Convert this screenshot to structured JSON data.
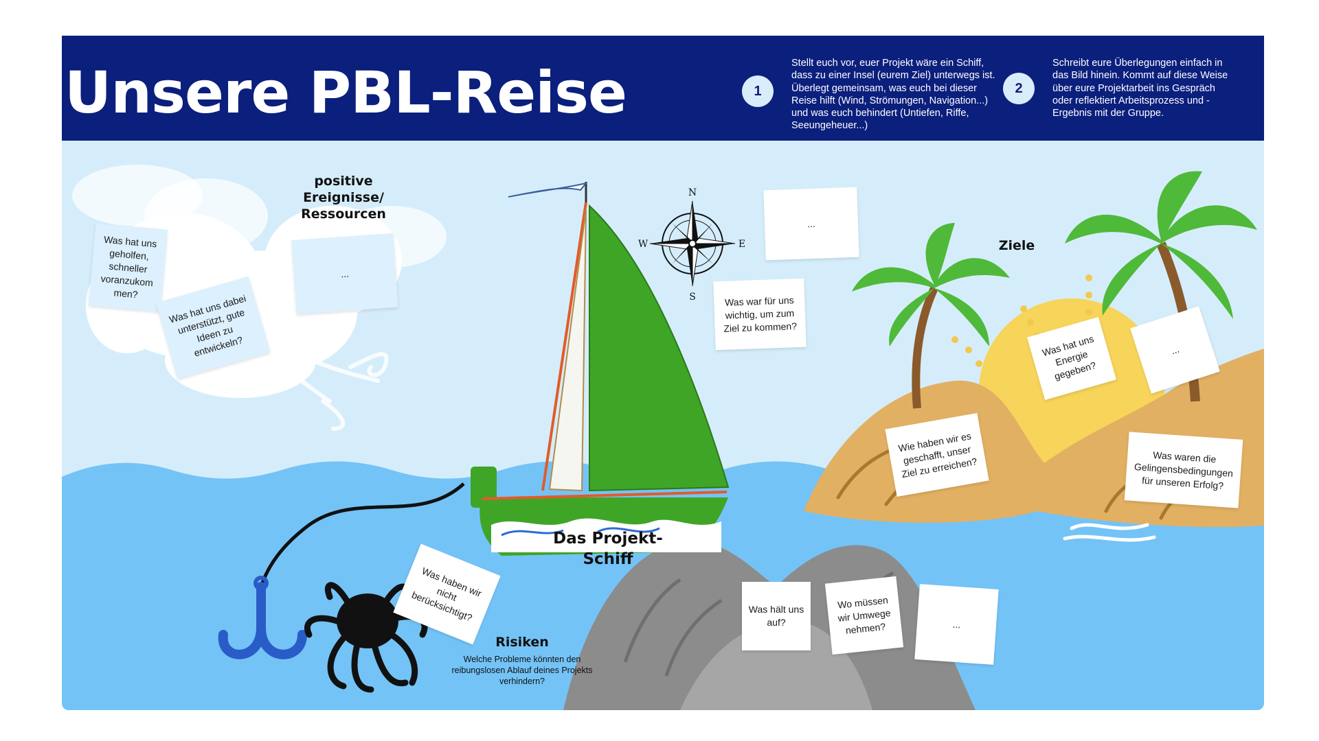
{
  "header": {
    "title": "Unsere PBL-Reise",
    "step1": {
      "number": "1",
      "text": "Stellt euch vor, euer Projekt wäre ein Schiff, dass zu einer Insel (eurem Ziel) unterwegs ist. Überlegt gemeinsam, was euch bei dieser Reise hilft (Wind, Strömungen, Navigation...) und was euch behindert (Untiefen, Riffe, Seeungeheuer...)"
    },
    "step2": {
      "number": "2",
      "text": "Schreibt eure Überlegungen einfach in das Bild hinein. Kommt auf diese Weise über eure Projektarbeit ins Gespräch oder reflektiert Arbeitsprozess und -Ergebnis mit der Gruppe."
    }
  },
  "labels": {
    "positive": "positive Ereignisse/ Ressourcen",
    "ziele": "Ziele",
    "ship": "Das Projekt-Schiff",
    "risiken": "Risiken",
    "risiken_sub": "Welche Probleme könnten den reibungslosen Ablauf deines Projekts verhindern?"
  },
  "compass": {
    "n": "N",
    "e": "E",
    "s": "S",
    "w": "W"
  },
  "cards": {
    "geholfen": "Was hat uns geholfen, schneller voranzukom men?",
    "ideen": "Was hat uns dabei unterstützt, gute Ideen zu entwickeln?",
    "wind_blank": "...",
    "compass_blank": "...",
    "wichtig": "Was war für uns wichtig, um zum Ziel zu kommen?",
    "energie": "Was hat uns Energie gegeben?",
    "island_blank": "...",
    "geschafft": "Wie haben wir es geschafft, unser Ziel zu erreichen?",
    "gelingen": "Was waren die Gelingensbedingungen für unseren Erfolg?",
    "nicht": "Was haben wir nicht berücksichtigt?",
    "haelt": "Was hält uns auf?",
    "umwege": "Wo müssen wir Umwege nehmen?",
    "rock_blank": "..."
  },
  "colors": {
    "header": "#0b1f7d",
    "sky": "#d5edfb",
    "sea": "#74c3f7",
    "sail": "#3fa526",
    "sand": "#e2b062",
    "sun": "#f7d45a",
    "rock": "#8c8c8c"
  }
}
